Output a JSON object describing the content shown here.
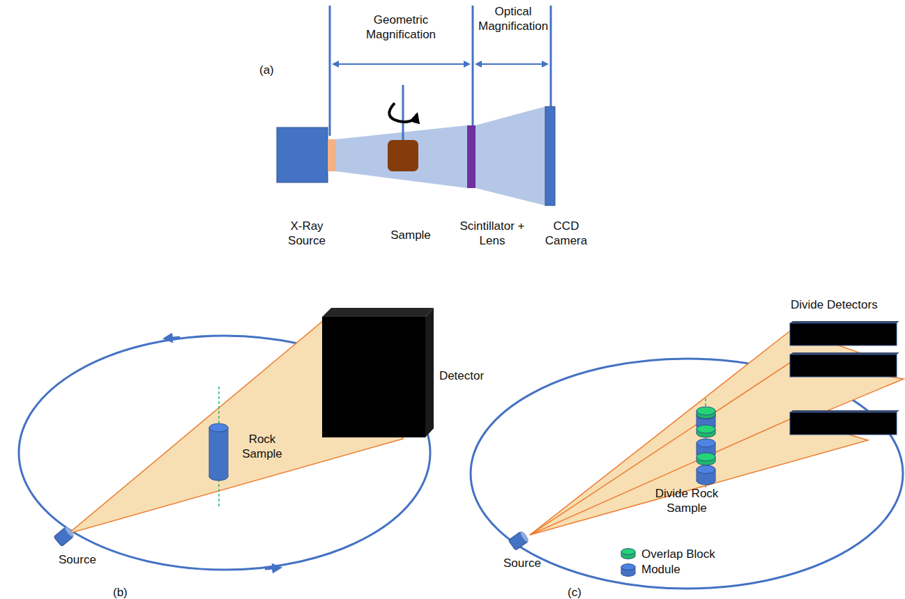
{
  "diagram": {
    "nodes": [
      {
        "text": [
          "X-Ray Source"
        ]
      },
      {
        "text": [
          "Sample"
        ]
      },
      {
        "text": [
          "Scintillator + Lens"
        ]
      },
      {
        "text": [
          "CCD Camera"
        ]
      },
      {
        "text": [
          "Rock Sample"
        ]
      },
      {
        "text": [
          "Detector"
        ]
      }
    ],
    "labels": [
      "(a)",
      "Geometric Magnification",
      "Optical Magnification",
      "(b)",
      "Source",
      "(c)",
      "Divide Detectors",
      "Divide Rock Sample",
      "Source"
    ],
    "legend": [
      {
        "text": "Overlap Block",
        "color": "#1fb866"
      },
      {
        "text": "Module",
        "color": "#4472c4"
      }
    ]
  }
}
